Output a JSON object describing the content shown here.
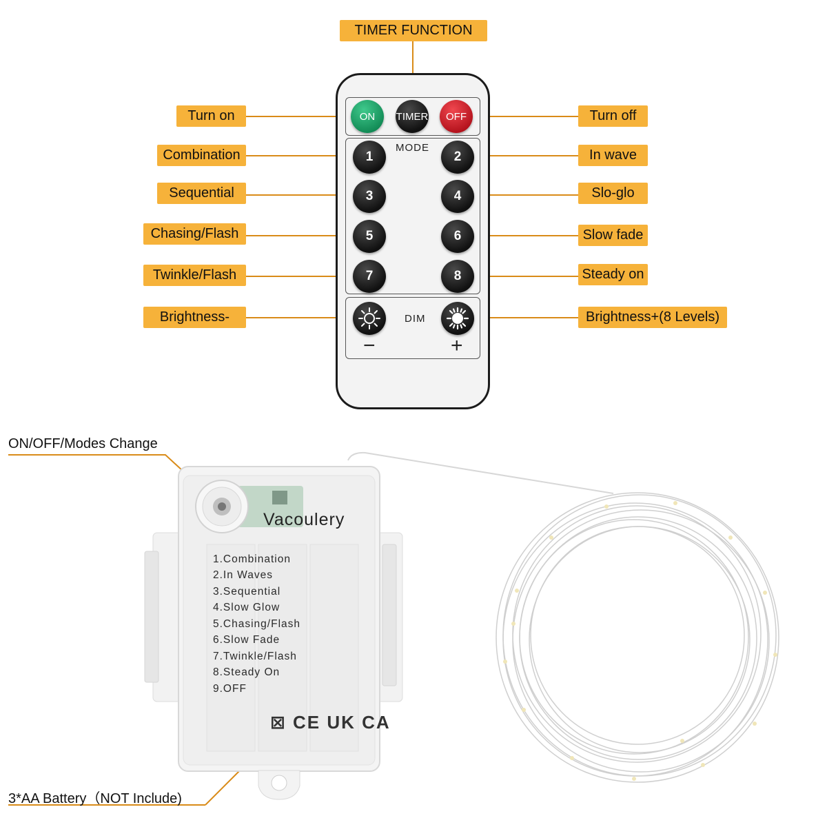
{
  "remote": {
    "timer_callout": "TIMER FUNCTION",
    "buttons": {
      "on": "ON",
      "timer": "TIMER",
      "off": "OFF",
      "mode_label": "MODE",
      "modes": [
        "1",
        "2",
        "3",
        "4",
        "5",
        "6",
        "7",
        "8"
      ],
      "dim_label": "DIM",
      "minus": "−",
      "plus": "+"
    },
    "left_callouts": [
      "Turn on",
      "Combination",
      "Sequential",
      "Chasing/Flash",
      "Twinkle/Flash",
      "Brightness-"
    ],
    "right_callouts": [
      "Turn off",
      "In wave",
      "Slo-glo",
      "Slow fade",
      "Steady on",
      "Brightness+(8 Levels)"
    ]
  },
  "battery_box": {
    "switch_callout": "ON/OFF/Modes Change",
    "brand": "Vacoulery",
    "modes": [
      "1.Combination",
      "2.In Waves",
      "3.Sequential",
      "4.Slow Glow",
      "5.Chasing/Flash",
      "6.Slow Fade",
      "7.Twinkle/Flash",
      "8.Steady On",
      "9.OFF"
    ],
    "cert_marks": "⊠ CE UK CA",
    "battery_callout": "3*AA Battery（NOT Include)"
  },
  "colors": {
    "callout_bg": "#f6b23a",
    "leader_line": "#d98b18",
    "on_button": "#1fa866",
    "off_button": "#d41f28"
  },
  "icons": [
    "sun-minus-icon",
    "sun-plus-icon",
    "ce-mark",
    "ukca-mark",
    "weee-bin-icon"
  ]
}
